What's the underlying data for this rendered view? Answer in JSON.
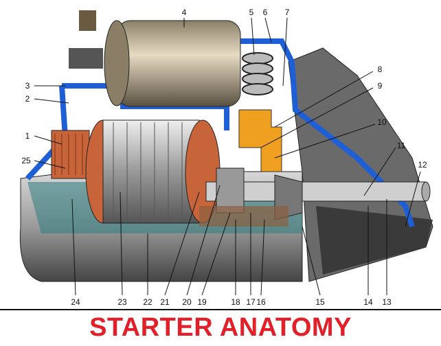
{
  "title": "STARTER ANATOMY",
  "labels": [
    "1",
    "2",
    "3",
    "4",
    "5",
    "6",
    "7",
    "8",
    "9",
    "10",
    "11",
    "12",
    "13",
    "14",
    "15",
    "16",
    "17",
    "18",
    "19",
    "20",
    "21",
    "22",
    "23",
    "24",
    "25"
  ],
  "colors": {
    "housing_blue": "#1f5fd6",
    "accent_orange": "#f0a020",
    "copper": "#c8643a",
    "title_red": "#e2202a"
  }
}
